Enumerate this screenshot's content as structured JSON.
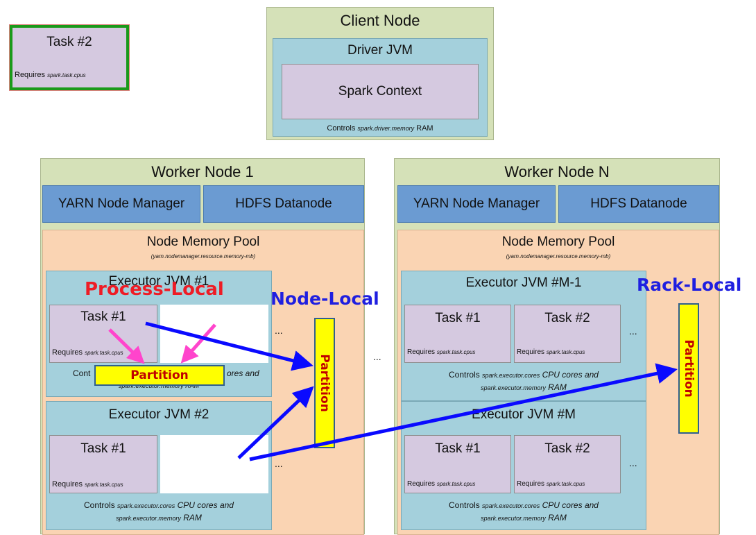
{
  "task2": {
    "title": "Task #2",
    "requires": "Requires",
    "requires_param": "spark.task.cpus"
  },
  "client": {
    "title": "Client Node",
    "driver": "Driver JVM",
    "context": "Spark Context",
    "controls": "Controls",
    "controls_param": "spark.driver.memory",
    "controls_suffix": "RAM"
  },
  "worker1": {
    "title": "Worker Node 1",
    "yarn": "YARN Node Manager",
    "hdfs": "HDFS Datanode",
    "pool": "Node Memory Pool",
    "pool_param": "(yarn.nodemanager.resource.memory-mb)",
    "exec1": {
      "title": "Executor JVM #1",
      "task": "Task #1",
      "requires": "Requires",
      "requires_param": "spark.task.cpus",
      "controls_a": "Cont",
      "controls_b": "ores and",
      "controls_line2": "spark.executor.memory RAM"
    },
    "exec2": {
      "title": "Executor JVM #2",
      "task": "Task #1",
      "requires": "Requires",
      "requires_param": "spark.task.cpus",
      "controls": "Controls",
      "controls_param": "spark.executor.cores",
      "controls_mid": "CPU cores and",
      "controls_param2": "spark.executor.memory",
      "controls_suffix": "RAM"
    }
  },
  "workerN": {
    "title": "Worker Node N",
    "yarn": "YARN Node Manager",
    "hdfs": "HDFS Datanode",
    "pool": "Node Memory Pool",
    "pool_param": "(yarn.nodemanager.resource.memory-mb)",
    "execA": {
      "title": "Executor JVM #M-1",
      "task1": "Task #1",
      "task2": "Task #2",
      "requires": "Requires",
      "requires_param": "spark.task.cpus",
      "controls": "Controls",
      "controls_param": "spark.executor.cores",
      "controls_mid": "CPU cores and",
      "controls_param2": "spark.executor.memory",
      "controls_suffix": "RAM"
    },
    "execB": {
      "title": "Executor JVM #M",
      "task1": "Task #1",
      "task2": "Task #2",
      "requires": "Requires",
      "requires_param": "spark.task.cpus",
      "controls": "Controls",
      "controls_param": "spark.executor.cores",
      "controls_mid": "CPU cores and",
      "controls_param2": "spark.executor.memory",
      "controls_suffix": "RAM"
    }
  },
  "ellipsis": "...",
  "labels": {
    "process_local": "Process-Local",
    "node_local": "Node-Local",
    "rack_local": "Rack-Local",
    "partition": "Partition"
  },
  "colors": {
    "process_local": "#ee1c25",
    "locality_blue": "#1f1fe0",
    "arrow_blue": "#0a0aff",
    "arrow_pink": "#ff44cc",
    "partition_fill": "#ffff00",
    "partition_text": "#c00000"
  }
}
